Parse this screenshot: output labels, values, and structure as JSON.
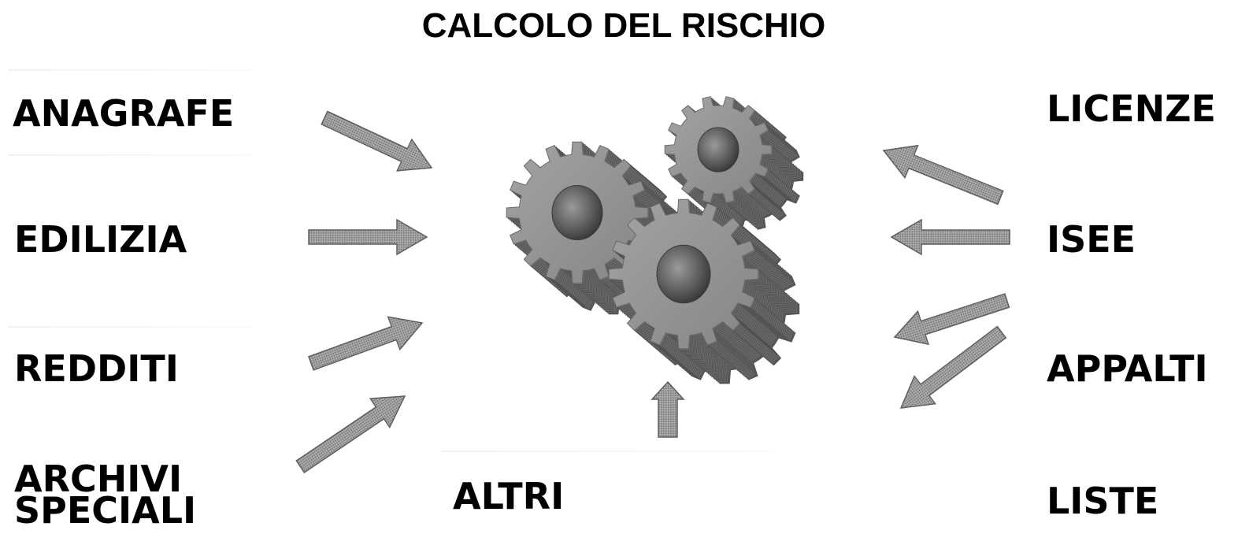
{
  "title": "CALCOLO DEL RISCHIO",
  "sources_left": {
    "anagrafe": "ANAGRAFE",
    "edilizia": "EDILIZIA",
    "redditi": "REDDITI",
    "archivi_line1": "ARCHIVI",
    "archivi_line2": "SPECIALI"
  },
  "source_bottom": {
    "altri": "ALTRI"
  },
  "sources_right": {
    "licenze": "LICENZE",
    "isee": "ISEE",
    "appalti": "APPALTI",
    "liste": "LISTE"
  },
  "colors": {
    "gear_face": "#8f8f8f",
    "gear_side": "#6a6a6a",
    "gear_hole": "#4a4a4a",
    "arrow_fill": "#9a9a9a",
    "arrow_stroke": "#5e5e5e"
  }
}
